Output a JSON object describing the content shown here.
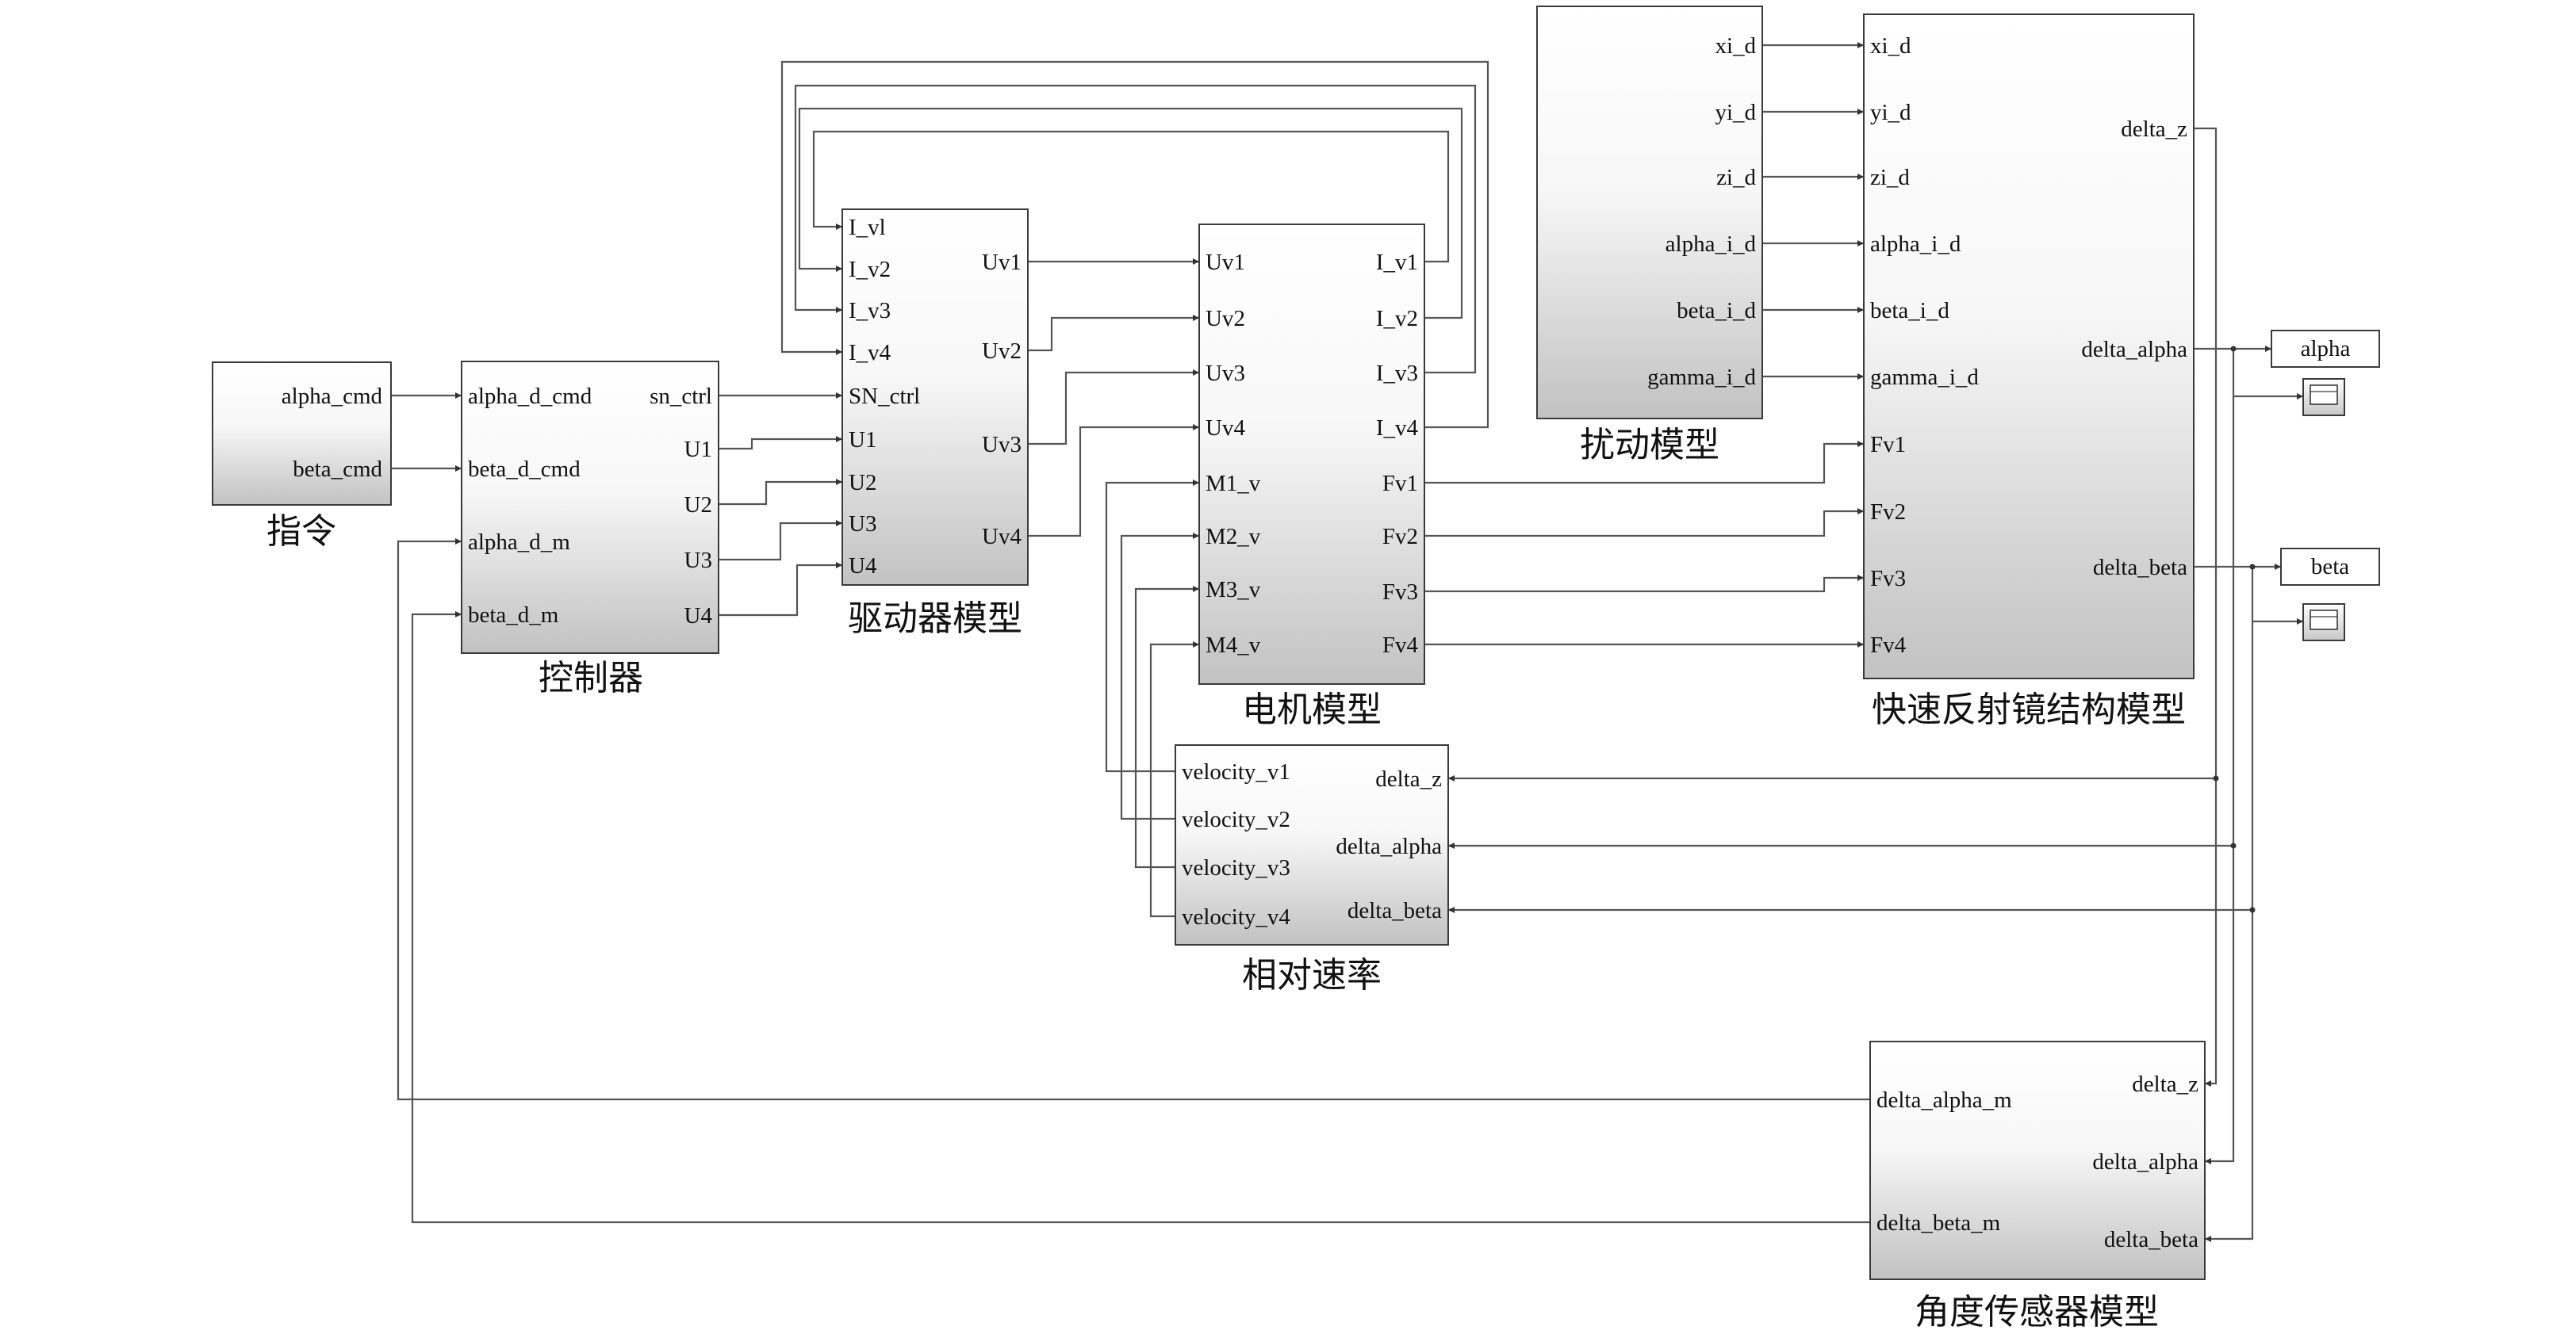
{
  "blocks": {
    "command": {
      "name": "指令",
      "outputs": [
        "alpha_cmd",
        "beta_cmd"
      ]
    },
    "controller": {
      "name": "控制器",
      "inputs": [
        "alpha_d_cmd",
        "beta_d_cmd",
        "alpha_d_m",
        "beta_d_m"
      ],
      "outputs": [
        "sn_ctrl",
        "U1",
        "U2",
        "U3",
        "U4"
      ]
    },
    "driver": {
      "name": "驱动器模型",
      "inputs": [
        "I_vl",
        "I_v2",
        "I_v3",
        "I_v4",
        "SN_ctrl",
        "U1",
        "U2",
        "U3",
        "U4"
      ],
      "outputs": [
        "Uv1",
        "Uv2",
        "Uv3",
        "Uv4"
      ]
    },
    "motor": {
      "name": "电机模型",
      "inputs": [
        "Uv1",
        "Uv2",
        "Uv3",
        "Uv4",
        "M1_v",
        "M2_v",
        "M3_v",
        "M4_v"
      ],
      "outputs": [
        "I_v1",
        "I_v2",
        "I_v3",
        "I_v4",
        "Fv1",
        "Fv2",
        "Fv3",
        "Fv4"
      ]
    },
    "disturbance": {
      "name": "扰动模型",
      "outputs": [
        "xi_d",
        "yi_d",
        "zi_d",
        "alpha_i_d",
        "beta_i_d",
        "gamma_i_d"
      ]
    },
    "fsm": {
      "name": "快速反射镜结构模型",
      "inputs": [
        "xi_d",
        "yi_d",
        "zi_d",
        "alpha_i_d",
        "beta_i_d",
        "gamma_i_d",
        "Fv1",
        "Fv2",
        "Fv3",
        "Fv4"
      ],
      "outputs": [
        "delta_z",
        "delta_alpha",
        "delta_beta"
      ]
    },
    "relvel": {
      "name": "相对速率",
      "outputs": [
        "velocity_v1",
        "velocity_v2",
        "velocity_v3",
        "velocity_v4"
      ],
      "inputs": [
        "delta_z",
        "delta_alpha",
        "delta_beta"
      ]
    },
    "sensor": {
      "name": "角度传感器模型",
      "outputs": [
        "delta_alpha_m",
        "delta_beta_m"
      ],
      "inputs": [
        "delta_z",
        "delta_alpha",
        "delta_beta"
      ]
    }
  },
  "sinks": {
    "alpha": "alpha",
    "beta": "beta"
  },
  "icons": {
    "scope": "scope-icon"
  }
}
